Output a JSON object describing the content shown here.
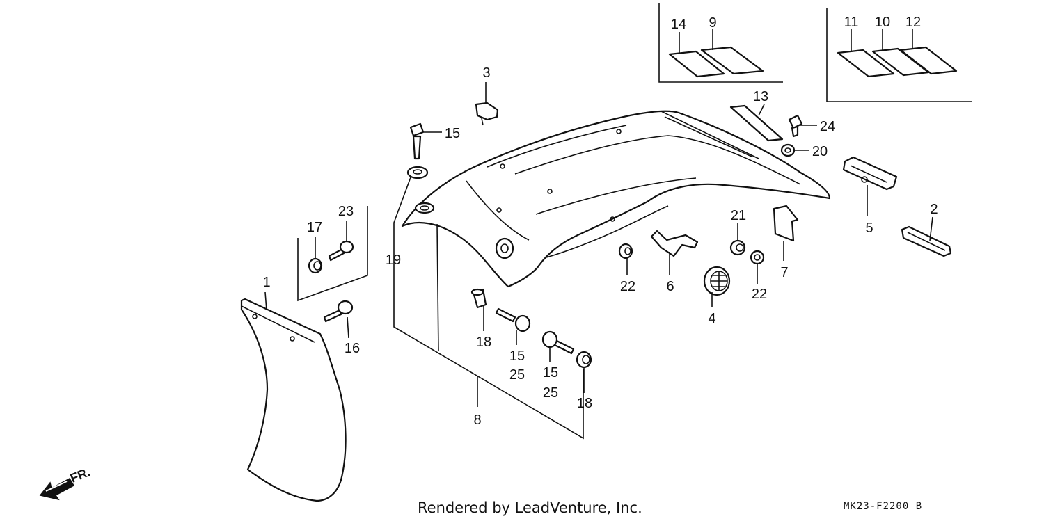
{
  "diagram": {
    "callouts": {
      "p1": "1",
      "p2": "2",
      "p3": "3",
      "p4": "4",
      "p5": "5",
      "p6": "6",
      "p7": "7",
      "p8": "8",
      "p9": "9",
      "p10": "10",
      "p11": "11",
      "p12": "12",
      "p13": "13",
      "p14": "14",
      "p15a": "15",
      "p15b": "15",
      "p15c": "15",
      "p16": "16",
      "p17": "17",
      "p18a": "18",
      "p18b": "18",
      "p19": "19",
      "p20": "20",
      "p21": "21",
      "p22a": "22",
      "p22b": "22",
      "p23": "23",
      "p24": "24",
      "p25a": "25",
      "p25b": "25"
    },
    "direction_label": "FR.",
    "footer_credit": "Rendered by LeadVenture, Inc.",
    "drawing_code": "MK23-F2200 B"
  }
}
